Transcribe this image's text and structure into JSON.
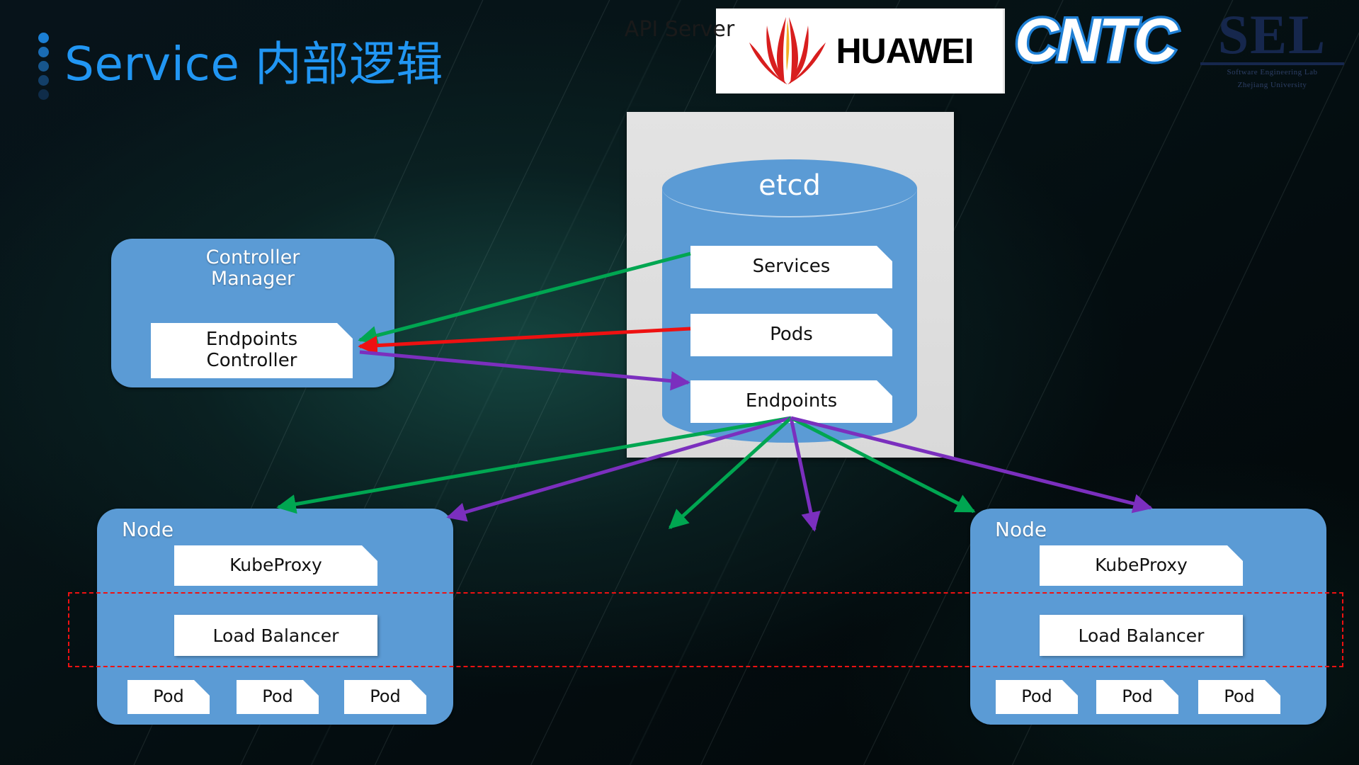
{
  "slide": {
    "title": "Service 内部逻辑",
    "title_color": "#2196f3",
    "background_color": "#061417"
  },
  "logos": {
    "huawei": {
      "name": "huawei-logo",
      "wordmark": "HUAWEI",
      "petal_color": "#d81e1e",
      "background": "#ffffff"
    },
    "cntc": {
      "name": "cntc-logo",
      "wordmark": "CNTC",
      "fill": "#ffffff",
      "outline": "#1e7fd4"
    },
    "sel": {
      "name": "sel-logo",
      "wordmark": "SEL",
      "subtitle_1": "Software Engineering Lab",
      "subtitle_2": "Zhejiang University",
      "color": "#16274d"
    }
  },
  "diagram": {
    "accent_blue": "#5b9bd5",
    "panel_gray": "#e0e0e0",
    "dashed_color": "#ee1111",
    "controller_manager": {
      "title": "Controller\nManager",
      "title_line1": "Controller",
      "title_line2": "Manager",
      "children": [
        {
          "label_line1": "Endpoints",
          "label_line2": "Controller"
        }
      ]
    },
    "api_server": {
      "title": "API Server",
      "store": {
        "label": "etcd"
      },
      "resources": [
        {
          "label": "Services"
        },
        {
          "label": "Pods"
        },
        {
          "label": "Endpoints"
        }
      ]
    },
    "nodes": [
      {
        "title": "Node",
        "kube_proxy": "KubeProxy",
        "load_balancer": "Load Balancer",
        "pods": [
          "Pod",
          "Pod",
          "Pod"
        ]
      },
      {
        "title": "Node",
        "kube_proxy": "KubeProxy",
        "load_balancer": "Load Balancer",
        "pods": [
          "Pod",
          "Pod",
          "Pod"
        ]
      }
    ],
    "arrows": [
      {
        "name": "services-to-endpoints-controller",
        "color": "#00a651"
      },
      {
        "name": "pods-to-endpoints-controller",
        "color": "#ee1111"
      },
      {
        "name": "endpoints-controller-to-endpoints",
        "color": "#7b2fbe"
      },
      {
        "name": "endpoints-to-left-node-green",
        "color": "#00a651"
      },
      {
        "name": "endpoints-to-left-node-purple",
        "color": "#7b2fbe"
      },
      {
        "name": "endpoints-to-center-green",
        "color": "#00a651"
      },
      {
        "name": "endpoints-to-center-purple",
        "color": "#7b2fbe"
      },
      {
        "name": "endpoints-to-right-node-green",
        "color": "#00a651"
      },
      {
        "name": "endpoints-to-right-node-purple",
        "color": "#7b2fbe"
      }
    ]
  }
}
